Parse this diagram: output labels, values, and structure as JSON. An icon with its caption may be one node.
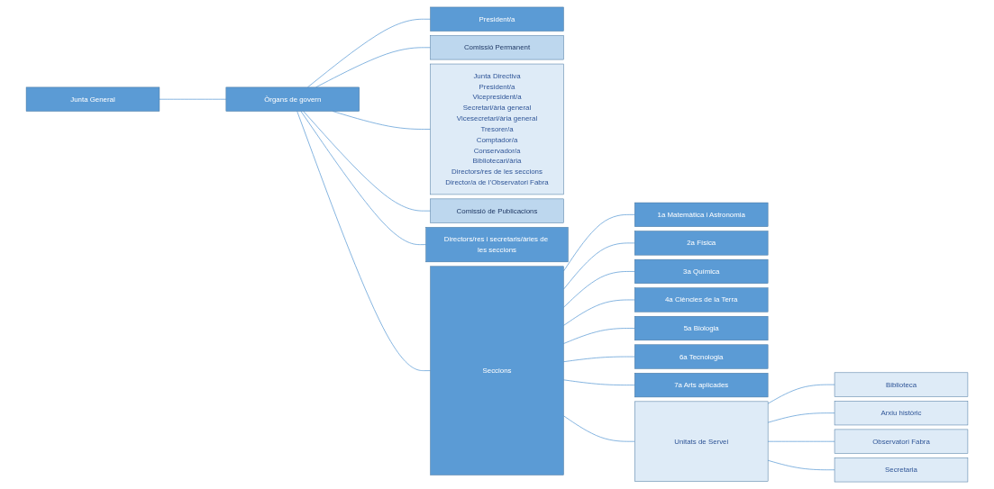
{
  "diagram": {
    "nodes": [
      {
        "text": [
          "Junta General"
        ]
      },
      {
        "text": [
          "Òrgans de govern"
        ]
      },
      {
        "text": [
          "Seccions"
        ]
      },
      {
        "text": [
          "Unitats de Servei"
        ]
      },
      {
        "text": [
          "President/a"
        ]
      },
      {
        "text": [
          "Comissió Permanent"
        ]
      },
      {
        "text": [
          "Junta Directiva",
          "President/a",
          "Vicepresident/a",
          "Secretari/ària general",
          "Vicesecretari/ària general",
          "Tresorer/a",
          "Comptador/a",
          "Conservador/a",
          "Bibliotecari/ària",
          "Directors/res de les seccions",
          "Director/a de l’Observatori Fabra"
        ]
      },
      {
        "text": [
          "Comissió de Publicacions"
        ]
      },
      {
        "text": [
          "Directors/res i secretaris/àries de les seccions"
        ]
      },
      {
        "text": [
          "1a Matemàtica i Astronomia"
        ]
      },
      {
        "text": [
          "2a Física"
        ]
      },
      {
        "text": [
          "3a Química"
        ]
      },
      {
        "text": [
          "4a Ciències de la Terra"
        ]
      },
      {
        "text": [
          "5a Biologia"
        ]
      },
      {
        "text": [
          "6a Tecnologia"
        ]
      },
      {
        "text": [
          "7a Arts aplicades"
        ]
      },
      {
        "text": [
          "Biblioteca"
        ]
      },
      {
        "text": [
          "Arxiu històric"
        ]
      },
      {
        "text": [
          "Observatori Fabra"
        ]
      },
      {
        "text": [
          "Secretaria"
        ]
      }
    ],
    "edges": [
      {
        "from": 0,
        "to": 1,
        "arrow": "none"
      },
      {
        "from": 1,
        "to": 2,
        "arrow": "none"
      },
      {
        "from": 2,
        "to": 3,
        "arrow": "none"
      },
      {
        "from": 1,
        "to": 4,
        "arrow": "none"
      },
      {
        "from": 1,
        "to": 5,
        "arrow": "none"
      },
      {
        "from": 1,
        "to": 6,
        "arrow": "none"
      },
      {
        "from": 1,
        "to": 7,
        "arrow": "none"
      },
      {
        "from": 1,
        "to": 8,
        "arrow": "none"
      },
      {
        "from": 2,
        "to": 9,
        "arrow": "none"
      },
      {
        "from": 2,
        "to": 10,
        "arrow": "none"
      },
      {
        "from": 2,
        "to": 11,
        "arrow": "none"
      },
      {
        "from": 2,
        "to": 12,
        "arrow": "none"
      },
      {
        "from": 2,
        "to": 13,
        "arrow": "none"
      },
      {
        "from": 2,
        "to": 14,
        "arrow": "none"
      },
      {
        "from": 2,
        "to": 15,
        "arrow": "none"
      },
      {
        "from": 3,
        "to": 16,
        "arrow": "none"
      },
      {
        "from": 3,
        "to": 17,
        "arrow": "none"
      },
      {
        "from": 3,
        "to": 18,
        "arrow": "none"
      },
      {
        "from": 3,
        "to": 19,
        "arrow": "none"
      }
    ]
  }
}
